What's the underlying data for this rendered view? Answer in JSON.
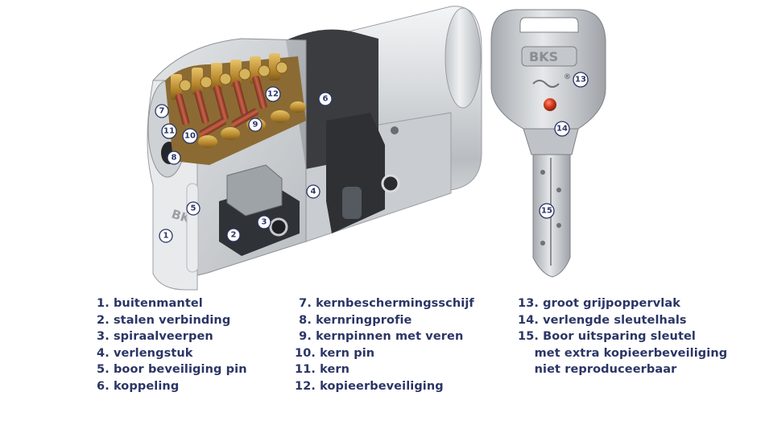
{
  "brand": {
    "cylinder_logo": "BKS",
    "key_logo": "BKS",
    "registered_mark": "®"
  },
  "callouts": [
    "1",
    "2",
    "3",
    "4",
    "5",
    "6",
    "7",
    "8",
    "9",
    "10",
    "11",
    "12",
    "13",
    "14",
    "15"
  ],
  "legend": {
    "col1": [
      "1. buitenmantel",
      "2. stalen verbinding",
      "3. spiraalveerpen",
      "4. verlengstuk",
      "5. boor beveiliging pin",
      "6. koppeling"
    ],
    "col2": [
      " 7. kernbeschermingsschijf",
      " 8. kernringprofie",
      " 9. kernpinnen met veren",
      "10. kern pin",
      "11. kern",
      "12. kopieerbeveiliging"
    ],
    "col3": [
      "13. groot grijpoppervlak",
      "14. verlengde sleutelhals",
      "15. Boor uitsparing sleutel",
      "    met extra kopieerbeveiliging",
      "    niet reproduceerbaar"
    ]
  },
  "colors": {
    "legend_text": "#2b3566",
    "brass": "#c9a347",
    "steel": "#d5d8dc",
    "pin_red": "#a8452e",
    "key_dot": "#d23a1e"
  },
  "icons": {
    "cylinder": "euro-profile-lock-cylinder-cutaway",
    "key": "bks-reversible-key"
  }
}
